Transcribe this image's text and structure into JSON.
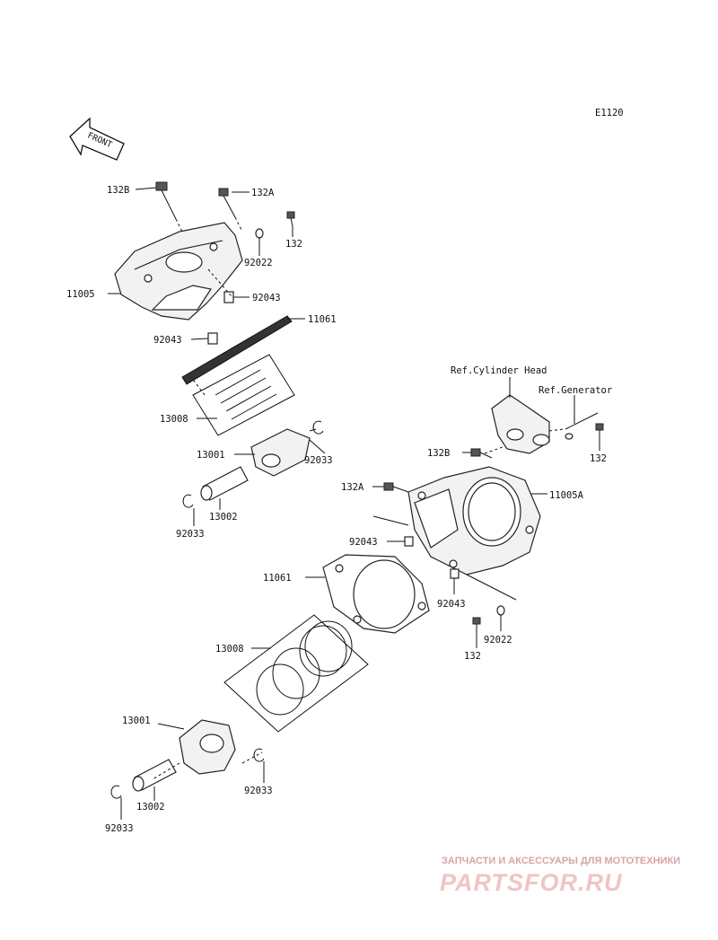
{
  "diagram_code": "E1120",
  "front_label": "FRONT",
  "labels": {
    "rear_132B": "132B",
    "rear_132A": "132A",
    "rear_132": "132",
    "rear_92022": "92022",
    "rear_11005": "11005",
    "rear_92043_a": "92043",
    "rear_11061": "11061",
    "rear_92043_b": "92043",
    "rear_13008": "13008",
    "rear_13001": "13001",
    "rear_92033_a": "92033",
    "rear_92033_b": "92033",
    "rear_13002": "13002",
    "ref_cylinder_head": "Ref.Cylinder Head",
    "ref_generator": "Ref.Generator",
    "front_132_top": "132",
    "front_132B": "132B",
    "front_132A": "132A",
    "front_11005A": "11005A",
    "front_92043_a": "92043",
    "front_11061": "11061",
    "front_92043_b": "92043",
    "front_92022": "92022",
    "front_132": "132",
    "front_13008": "13008",
    "front_13001": "13001",
    "front_92033_a": "92033",
    "front_13002": "13002",
    "front_92033_b": "92033"
  },
  "watermark": {
    "subtitle": "ЗАПЧАСТИ И АКСЕССУАРЫ ДЛЯ МОТОТЕХНИКИ",
    "brand": "PARTSFOR.RU"
  }
}
